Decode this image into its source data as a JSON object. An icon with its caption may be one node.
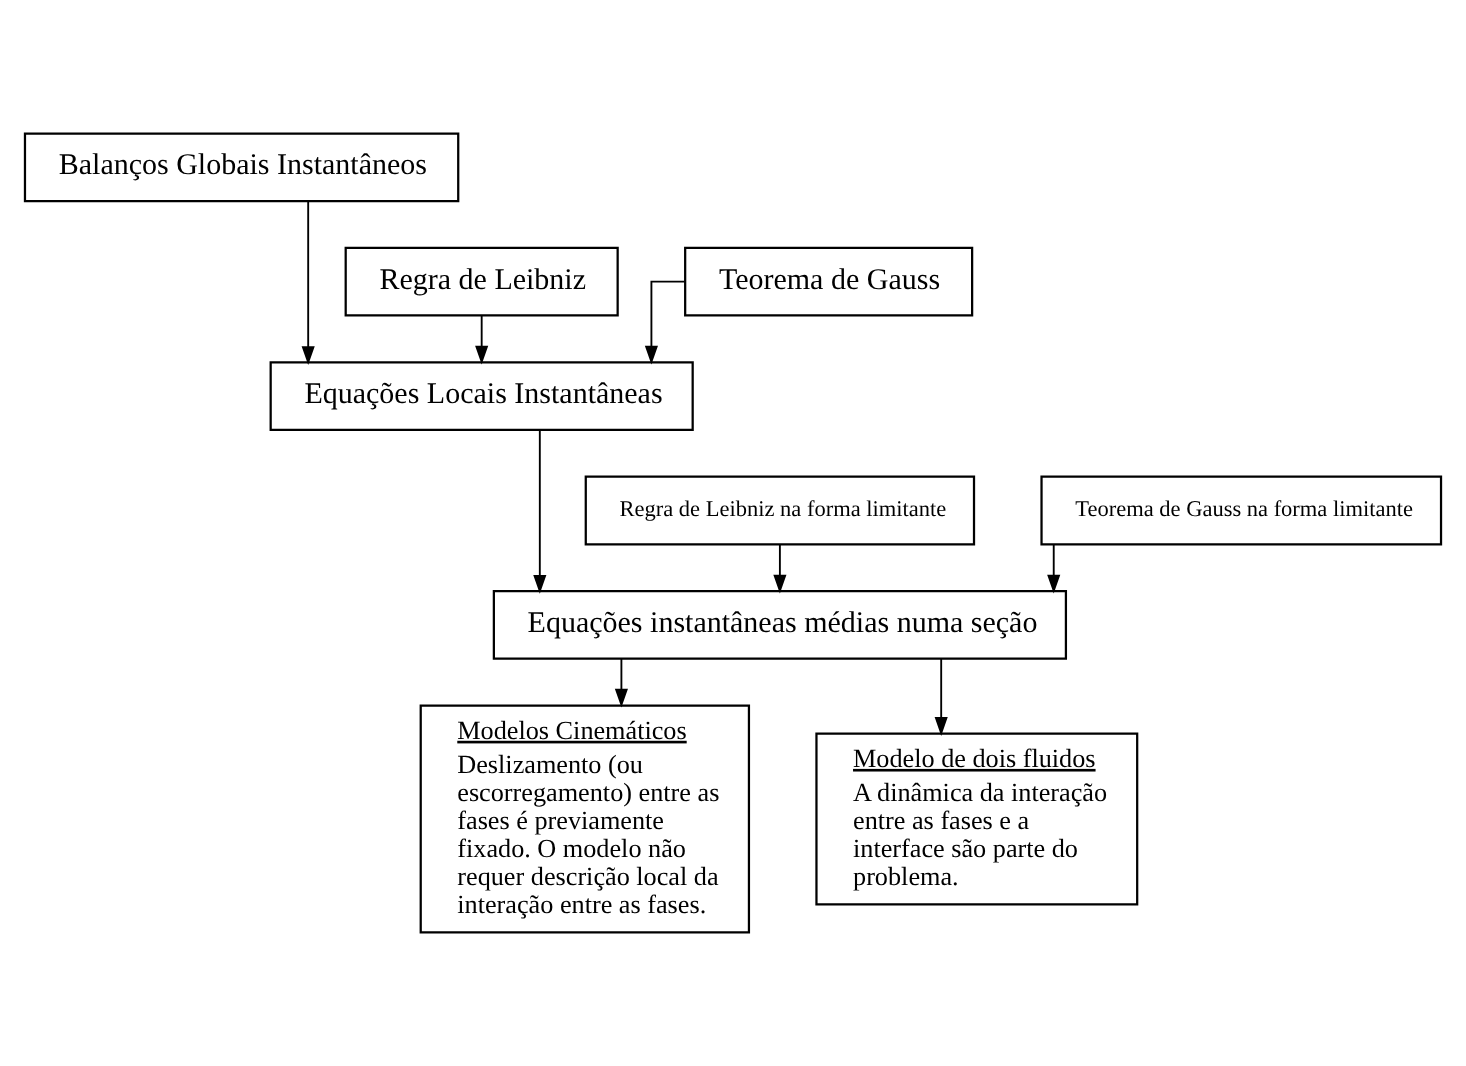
{
  "diagram": {
    "nodes": [
      {
        "text": [
          "Balanços Globais Instantâneos"
        ]
      },
      {
        "text": [
          "Regra de Leibniz"
        ]
      },
      {
        "text": [
          "Teorema de Gauss"
        ]
      },
      {
        "text": [
          "Equações Locais Instantâneas"
        ]
      },
      {
        "text": [
          "Regra de Leibniz na forma limitante"
        ]
      },
      {
        "text": [
          "Teorema de Gauss na forma limitante"
        ]
      },
      {
        "text": [
          "Equações instantâneas médias numa seção"
        ]
      },
      {
        "text": [
          "Modelos Cinemáticos",
          "Deslizamento (ou escorregamento) entre as fases é previamente fixado. O modelo não requer descrição local da interação entre as fases."
        ]
      },
      {
        "text": [
          "Modelo de dois fluidos",
          "A dinâmica da interação entre as fases e a interface são parte do problema."
        ]
      }
    ],
    "edges": [
      {
        "from": 0,
        "to": 3,
        "arrow": "to"
      },
      {
        "from": 1,
        "to": 3,
        "arrow": "to"
      },
      {
        "from": 2,
        "to": 3,
        "arrow": "to"
      },
      {
        "from": 3,
        "to": 6,
        "arrow": "to"
      },
      {
        "from": 4,
        "to": 6,
        "arrow": "to"
      },
      {
        "from": 5,
        "to": 6,
        "arrow": "to"
      },
      {
        "from": 6,
        "to": 7,
        "arrow": "to"
      },
      {
        "from": 6,
        "to": 8,
        "arrow": "to"
      }
    ]
  }
}
